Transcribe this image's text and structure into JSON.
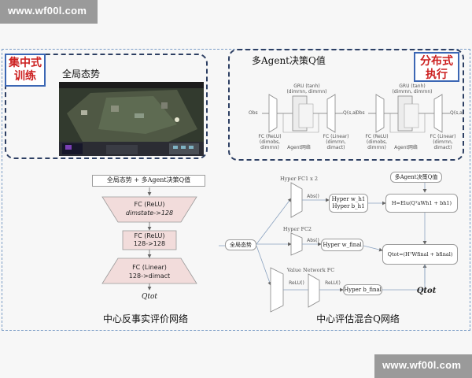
{
  "watermark": {
    "top": "www.wf00l.com",
    "bottom": "www.wf00l.com"
  },
  "labels": {
    "centralized_training": [
      "集中式",
      "训练"
    ],
    "decentralized_execution": [
      "分布式",
      "执行"
    ],
    "global_state_title": "全局态势",
    "multi_agent_q_title": "多Agent决策Q值"
  },
  "critic": {
    "input_box": "全局态势 + 多Agent决策Q值",
    "layer1": [
      "FC (ReLU)",
      "dimstate->128"
    ],
    "layer2": [
      "FC (ReLU)",
      "128->128"
    ],
    "layer3": [
      "FC (Linear)",
      "128->dimact"
    ],
    "output": "Qtot",
    "caption": "中心反事实评价网络"
  },
  "agent_net": {
    "input": "Obs",
    "output": "Q(s,a)",
    "gru": [
      "GRU (tanh)",
      "(dimrnn, dimrnn)"
    ],
    "fc_relu": [
      "FC (ReLU)",
      "(dimobs, dimrnn)"
    ],
    "fc_linear": [
      "FC (Linear)",
      "(dimrnn, dimact)"
    ],
    "caption": "Agent网络"
  },
  "mixer": {
    "global_state": "全局态势",
    "multi_q": "多Agent决策Q值",
    "hyper_fc1": "Hyper FC1 x 2",
    "hyper_fc2": "Hyper FC2",
    "value_fc": "Value Network FC",
    "abs1": "Abs()",
    "abs2": "Abs()",
    "relu1": "ReLU()",
    "relu2": "ReLU()",
    "hyper_w1": "Hyper w_h1",
    "hyper_b1": "Hyper b_h1",
    "hyper_wfinal": "Hyper w_final",
    "hyper_bfinal": "Hyper b_final",
    "elu_formula": "H=Elu(QᵀaWh1 + bh1)",
    "qtot_formula": "Qtot=(HᵀWfinal + bfinal)",
    "output": "Qtot",
    "caption": "中心评估混合Q网络"
  },
  "colors": {
    "accent_red": "#cc1f1f",
    "border_blue": "#3c67b4",
    "dash_navy": "#2d3f63",
    "critic_pink": "#f2dcdb"
  }
}
